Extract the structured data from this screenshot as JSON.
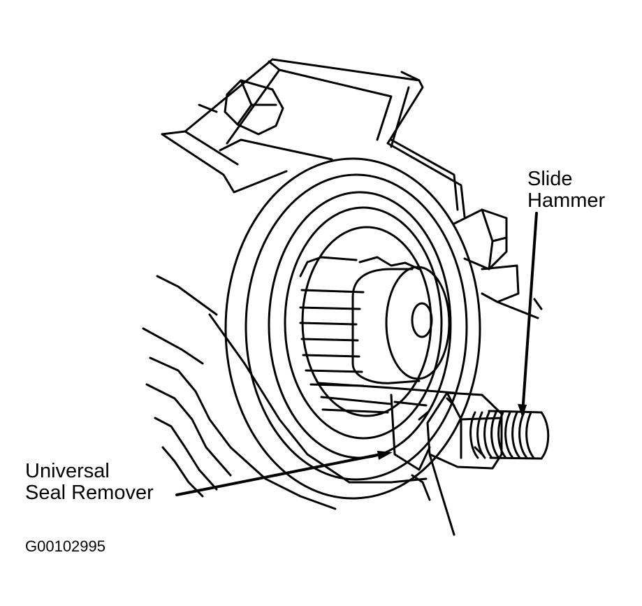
{
  "labels": {
    "slide_hammer": [
      "Slide",
      "Hammer"
    ],
    "seal_remover": [
      "Universal",
      "Seal Remover"
    ]
  },
  "figure_code": "G00102995",
  "colors": {
    "ink": "#000000",
    "paper": "#ffffff"
  }
}
